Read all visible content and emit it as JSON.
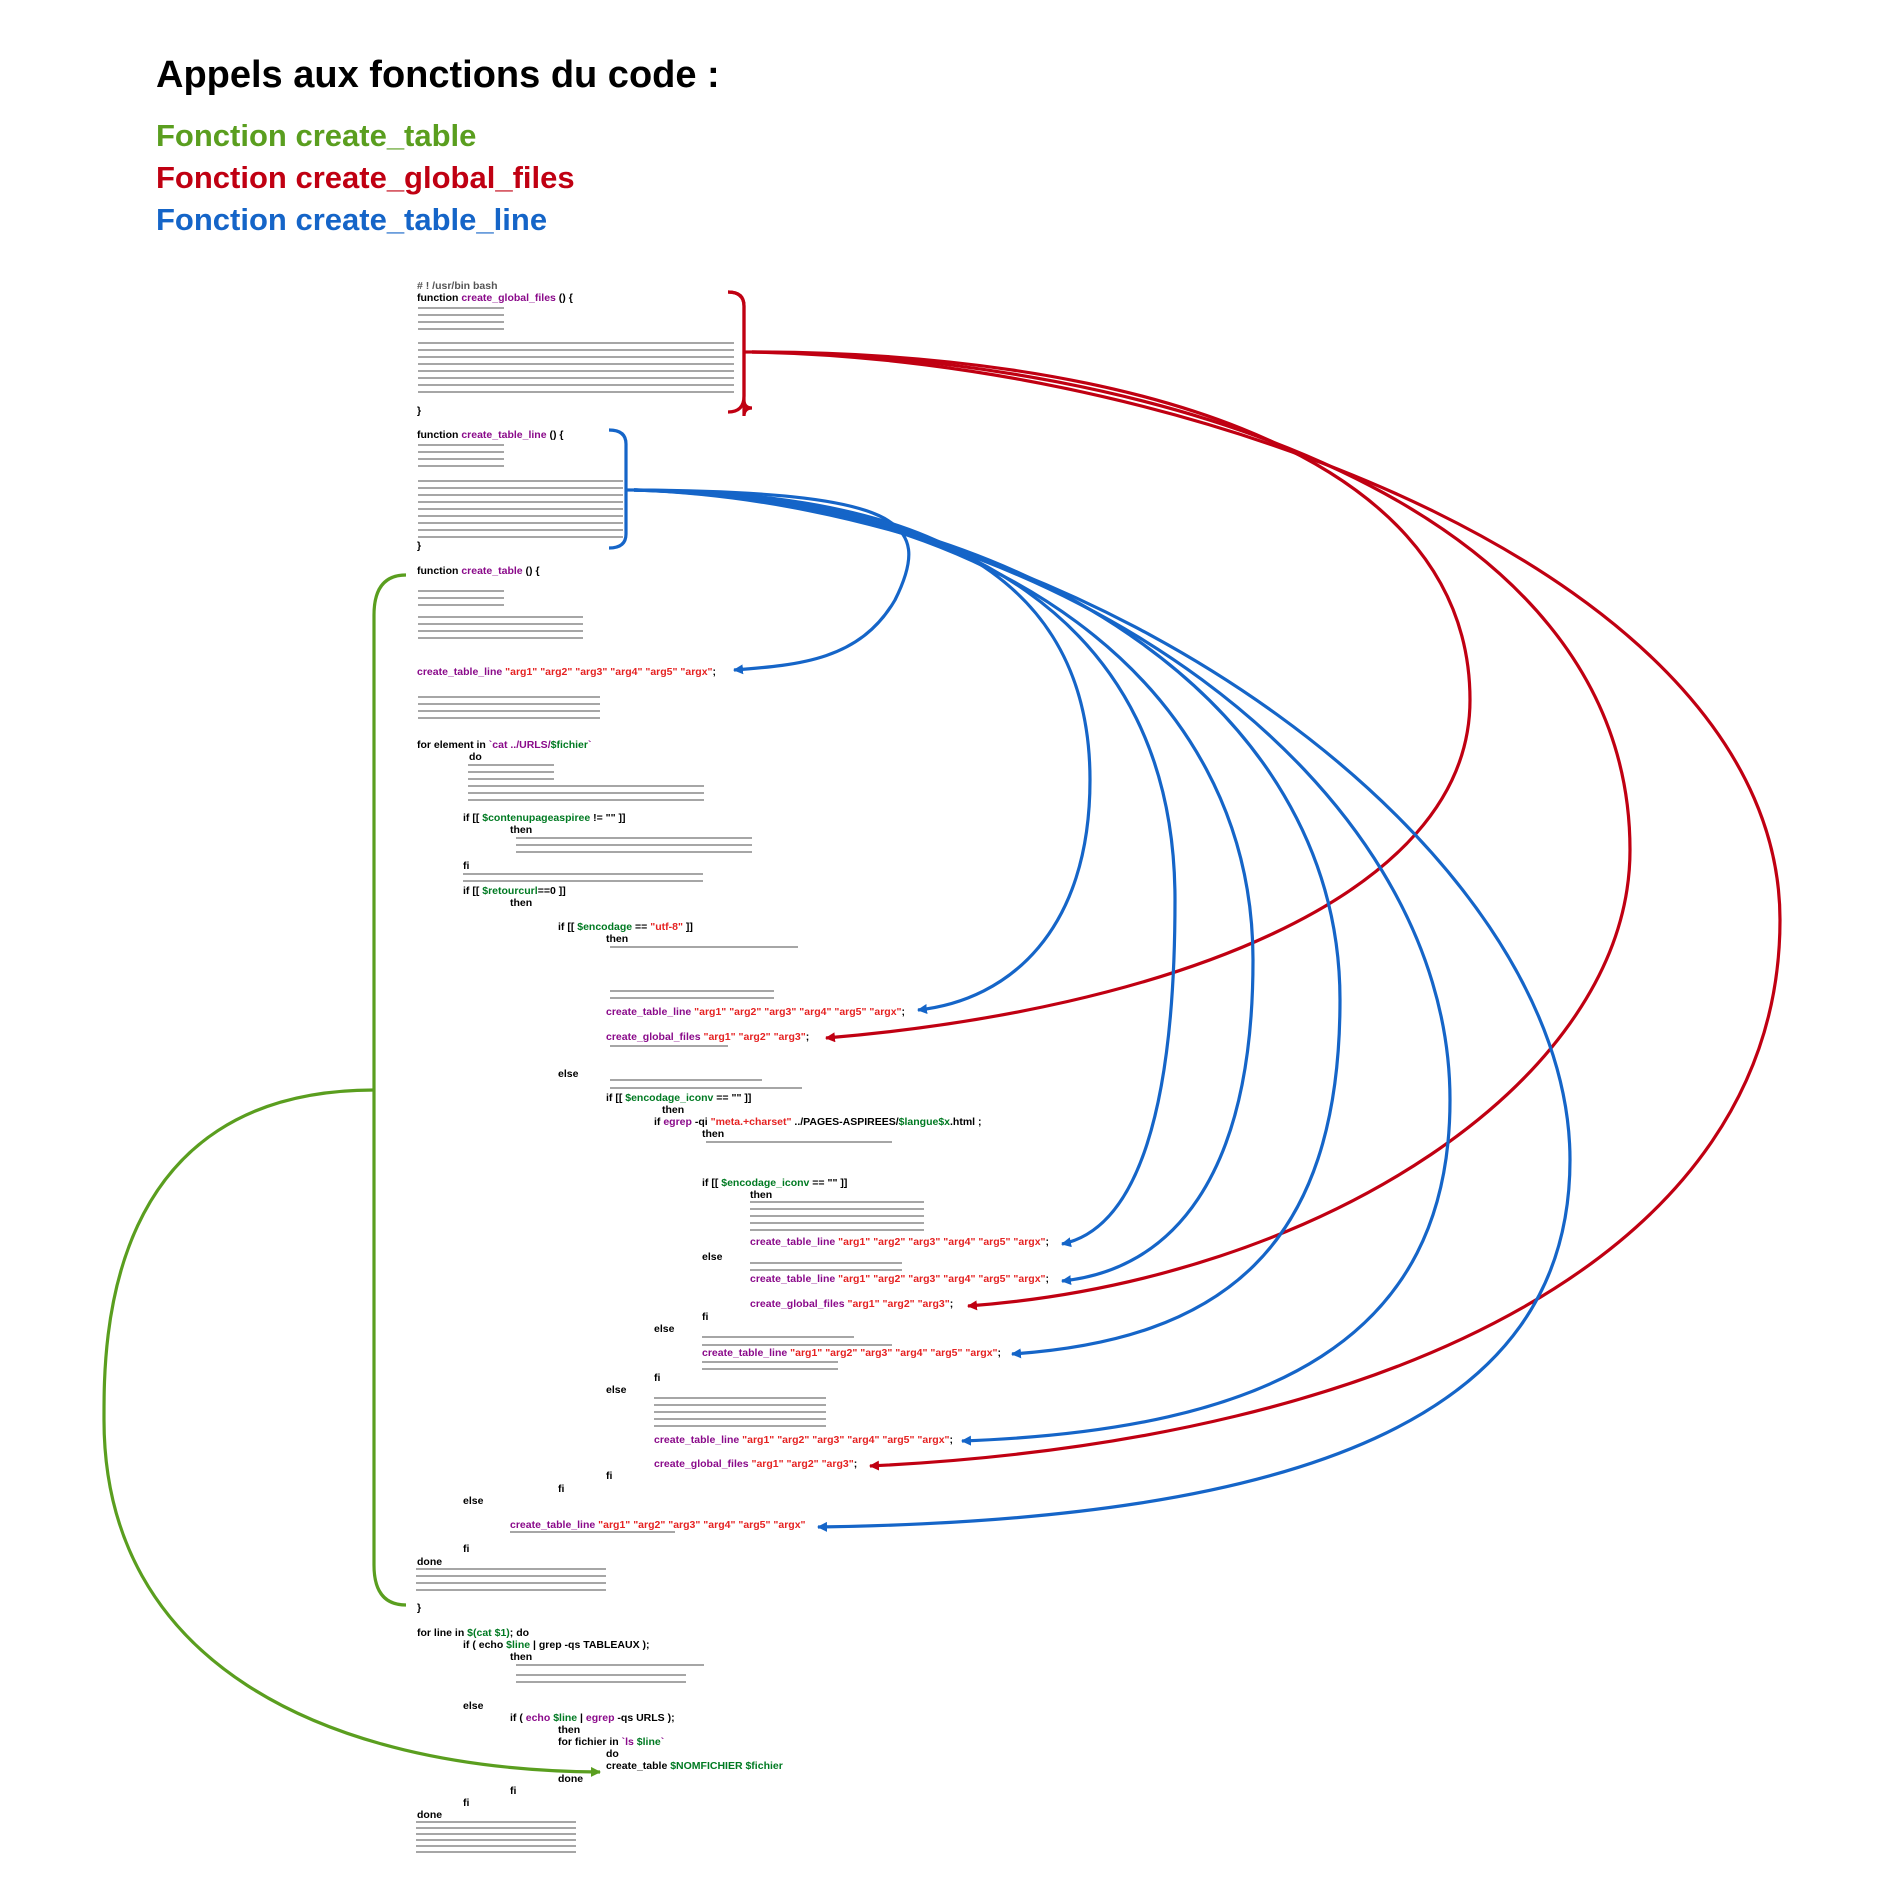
{
  "title": "Appels aux fonctions du code :",
  "legend": [
    {
      "label": "Fonction create_table",
      "color": "#5a9e1f"
    },
    {
      "label": "Fonction create_global_files",
      "color": "#c00012"
    },
    {
      "label": "Fonction create_table_line",
      "color": "#1565c8"
    }
  ],
  "colors": {
    "placeholder": "#a6a6a6",
    "keyword": "#000000",
    "function": "#8a0a8a",
    "string": "#e52222",
    "variable": "#007a22",
    "comment": "#555555"
  },
  "code_lines": [
    {
      "tokens": [
        [
          "# ! /usr/bin bash",
          "comment"
        ]
      ]
    },
    {
      "tokens": [
        [
          "function ",
          "kw"
        ],
        [
          "create_global_files",
          "fn"
        ],
        [
          " () {",
          "kw"
        ]
      ]
    },
    {
      "tokens": [
        [
          "}",
          "kw"
        ]
      ]
    },
    {
      "tokens": [
        [
          "function ",
          "kw"
        ],
        [
          "create_table_line",
          "fn"
        ],
        [
          " () {",
          "kw"
        ]
      ]
    },
    {
      "tokens": [
        [
          "}",
          "kw"
        ]
      ]
    },
    {
      "tokens": [
        [
          "function ",
          "kw"
        ],
        [
          "create_table",
          "fn"
        ],
        [
          " () {",
          "kw"
        ]
      ]
    },
    {
      "tokens": [
        [
          "create_table_line",
          "fn"
        ],
        [
          " \"arg1\" \"arg2\" \"arg3\" \"arg4\" \"arg5\" \"argx\"",
          "str"
        ],
        [
          ";",
          "kw"
        ]
      ]
    },
    {
      "tokens": [
        [
          "for element in ",
          "kw"
        ],
        [
          "`cat ../URLS/",
          "fn"
        ],
        [
          "$fichier",
          "var"
        ],
        [
          "`",
          "fn"
        ]
      ]
    },
    {
      "tokens": [
        [
          "do",
          "kw"
        ]
      ]
    },
    {
      "tokens": [
        [
          "if [[ ",
          "kw"
        ],
        [
          "$contenupageaspiree",
          "var"
        ],
        [
          " != \"\" ]]",
          "kw"
        ]
      ]
    },
    {
      "tokens": [
        [
          "then",
          "kw"
        ]
      ]
    },
    {
      "tokens": [
        [
          "fi",
          "kw"
        ]
      ]
    },
    {
      "tokens": [
        [
          "if [[ ",
          "kw"
        ],
        [
          "$retourcurl",
          "var"
        ],
        [
          "==0 ]]",
          "kw"
        ]
      ]
    },
    {
      "tokens": [
        [
          "then",
          "kw"
        ]
      ]
    },
    {
      "tokens": [
        [
          "if [[ ",
          "kw"
        ],
        [
          "$encodage",
          "var"
        ],
        [
          " == ",
          "kw"
        ],
        [
          "\"utf-8\"",
          "str"
        ],
        [
          " ]]",
          "kw"
        ]
      ]
    },
    {
      "tokens": [
        [
          "then",
          "kw"
        ]
      ]
    },
    {
      "tokens": [
        [
          "create_table_line",
          "fn"
        ],
        [
          " \"arg1\" \"arg2\" \"arg3\" \"arg4\" \"arg5\" \"argx\"",
          "str"
        ],
        [
          ";",
          "kw"
        ]
      ]
    },
    {
      "tokens": [
        [
          "create_global_files",
          "fn"
        ],
        [
          " \"arg1\" \"arg2\" \"arg3\"",
          "str"
        ],
        [
          ";",
          "kw"
        ]
      ]
    },
    {
      "tokens": [
        [
          "else",
          "kw"
        ]
      ]
    },
    {
      "tokens": [
        [
          "if [[ ",
          "kw"
        ],
        [
          "$encodage_iconv",
          "var"
        ],
        [
          " == \"\" ]]",
          "kw"
        ]
      ]
    },
    {
      "tokens": [
        [
          "then",
          "kw"
        ]
      ]
    },
    {
      "tokens": [
        [
          "if ",
          "kw"
        ],
        [
          "egrep",
          "fn"
        ],
        [
          " -qi ",
          "kw"
        ],
        [
          "\"meta.+charset\"",
          "str"
        ],
        [
          " ../PAGES-ASPIREES/",
          "kw"
        ],
        [
          "$langue$x",
          "var"
        ],
        [
          ".html ;",
          "kw"
        ]
      ]
    },
    {
      "tokens": [
        [
          "then",
          "kw"
        ]
      ]
    },
    {
      "tokens": [
        [
          "if [[ ",
          "kw"
        ],
        [
          "$encodage_iconv",
          "var"
        ],
        [
          " == \"\" ]]",
          "kw"
        ]
      ]
    },
    {
      "tokens": [
        [
          "then",
          "kw"
        ]
      ]
    },
    {
      "tokens": [
        [
          "create_table_line",
          "fn"
        ],
        [
          " \"arg1\" \"arg2\" \"arg3\" \"arg4\" \"arg5\" \"argx\"",
          "str"
        ],
        [
          ";",
          "kw"
        ]
      ]
    },
    {
      "tokens": [
        [
          "else",
          "kw"
        ]
      ]
    },
    {
      "tokens": [
        [
          "create_table_line",
          "fn"
        ],
        [
          " \"arg1\" \"arg2\" \"arg3\" \"arg4\" \"arg5\" \"argx\"",
          "str"
        ],
        [
          ";",
          "kw"
        ]
      ]
    },
    {
      "tokens": [
        [
          "create_global_files",
          "fn"
        ],
        [
          " \"arg1\" \"arg2\" \"arg3\"",
          "str"
        ],
        [
          ";",
          "kw"
        ]
      ]
    },
    {
      "tokens": [
        [
          "fi",
          "kw"
        ]
      ]
    },
    {
      "tokens": [
        [
          "else",
          "kw"
        ]
      ]
    },
    {
      "tokens": [
        [
          "create_table_line",
          "fn"
        ],
        [
          " \"arg1\" \"arg2\" \"arg3\" \"arg4\" \"arg5\" \"argx\"",
          "str"
        ],
        [
          ";",
          "kw"
        ]
      ]
    },
    {
      "tokens": [
        [
          "fi",
          "kw"
        ]
      ]
    },
    {
      "tokens": [
        [
          "else",
          "kw"
        ]
      ]
    },
    {
      "tokens": [
        [
          "create_table_line",
          "fn"
        ],
        [
          " \"arg1\" \"arg2\" \"arg3\" \"arg4\" \"arg5\" \"argx\"",
          "str"
        ],
        [
          ";",
          "kw"
        ]
      ]
    },
    {
      "tokens": [
        [
          "create_global_files",
          "fn"
        ],
        [
          " \"arg1\" \"arg2\" \"arg3\"",
          "str"
        ],
        [
          ";",
          "kw"
        ]
      ]
    },
    {
      "tokens": [
        [
          "fi",
          "kw"
        ]
      ]
    },
    {
      "tokens": [
        [
          "fi",
          "kw"
        ]
      ]
    },
    {
      "tokens": [
        [
          "else",
          "kw"
        ]
      ]
    },
    {
      "tokens": [
        [
          "create_table_line",
          "fn"
        ],
        [
          " \"arg1\" \"arg2\" \"arg3\" \"arg4\" \"arg5\" \"argx\"",
          "str"
        ]
      ]
    },
    {
      "tokens": [
        [
          "fi",
          "kw"
        ]
      ]
    },
    {
      "tokens": [
        [
          "done",
          "kw"
        ]
      ]
    },
    {
      "tokens": [
        [
          "}",
          "kw"
        ]
      ]
    },
    {
      "tokens": [
        [
          "for line in ",
          "kw"
        ],
        [
          "$(cat $1)",
          "var"
        ],
        [
          "; do",
          "kw"
        ]
      ]
    },
    {
      "tokens": [
        [
          "if ( echo ",
          "kw"
        ],
        [
          "$line",
          "var"
        ],
        [
          " | grep -qs TABLEAUX );",
          "kw"
        ]
      ]
    },
    {
      "tokens": [
        [
          "then",
          "kw"
        ]
      ]
    },
    {
      "tokens": [
        [
          "else",
          "kw"
        ]
      ]
    },
    {
      "tokens": [
        [
          "if ( ",
          "kw"
        ],
        [
          "echo",
          "fn"
        ],
        [
          " ",
          "kw"
        ],
        [
          "$line",
          "var"
        ],
        [
          " | ",
          "kw"
        ],
        [
          "egrep",
          "fn"
        ],
        [
          " -qs URLS );",
          "kw"
        ]
      ]
    },
    {
      "tokens": [
        [
          "then",
          "kw"
        ]
      ]
    },
    {
      "tokens": [
        [
          "for fichier in ",
          "kw"
        ],
        [
          "`ls ",
          "fn"
        ],
        [
          "$line",
          "var"
        ],
        [
          "`",
          "fn"
        ]
      ]
    },
    {
      "tokens": [
        [
          "do",
          "kw"
        ]
      ]
    },
    {
      "tokens": [
        [
          "create_table ",
          "kw"
        ],
        [
          "$NOMFICHIER $fichier",
          "var"
        ]
      ]
    },
    {
      "tokens": [
        [
          "done",
          "kw"
        ]
      ]
    },
    {
      "tokens": [
        [
          "fi",
          "kw"
        ]
      ]
    },
    {
      "tokens": [
        [
          "fi",
          "kw"
        ]
      ]
    },
    {
      "tokens": [
        [
          "done",
          "kw"
        ]
      ]
    }
  ]
}
